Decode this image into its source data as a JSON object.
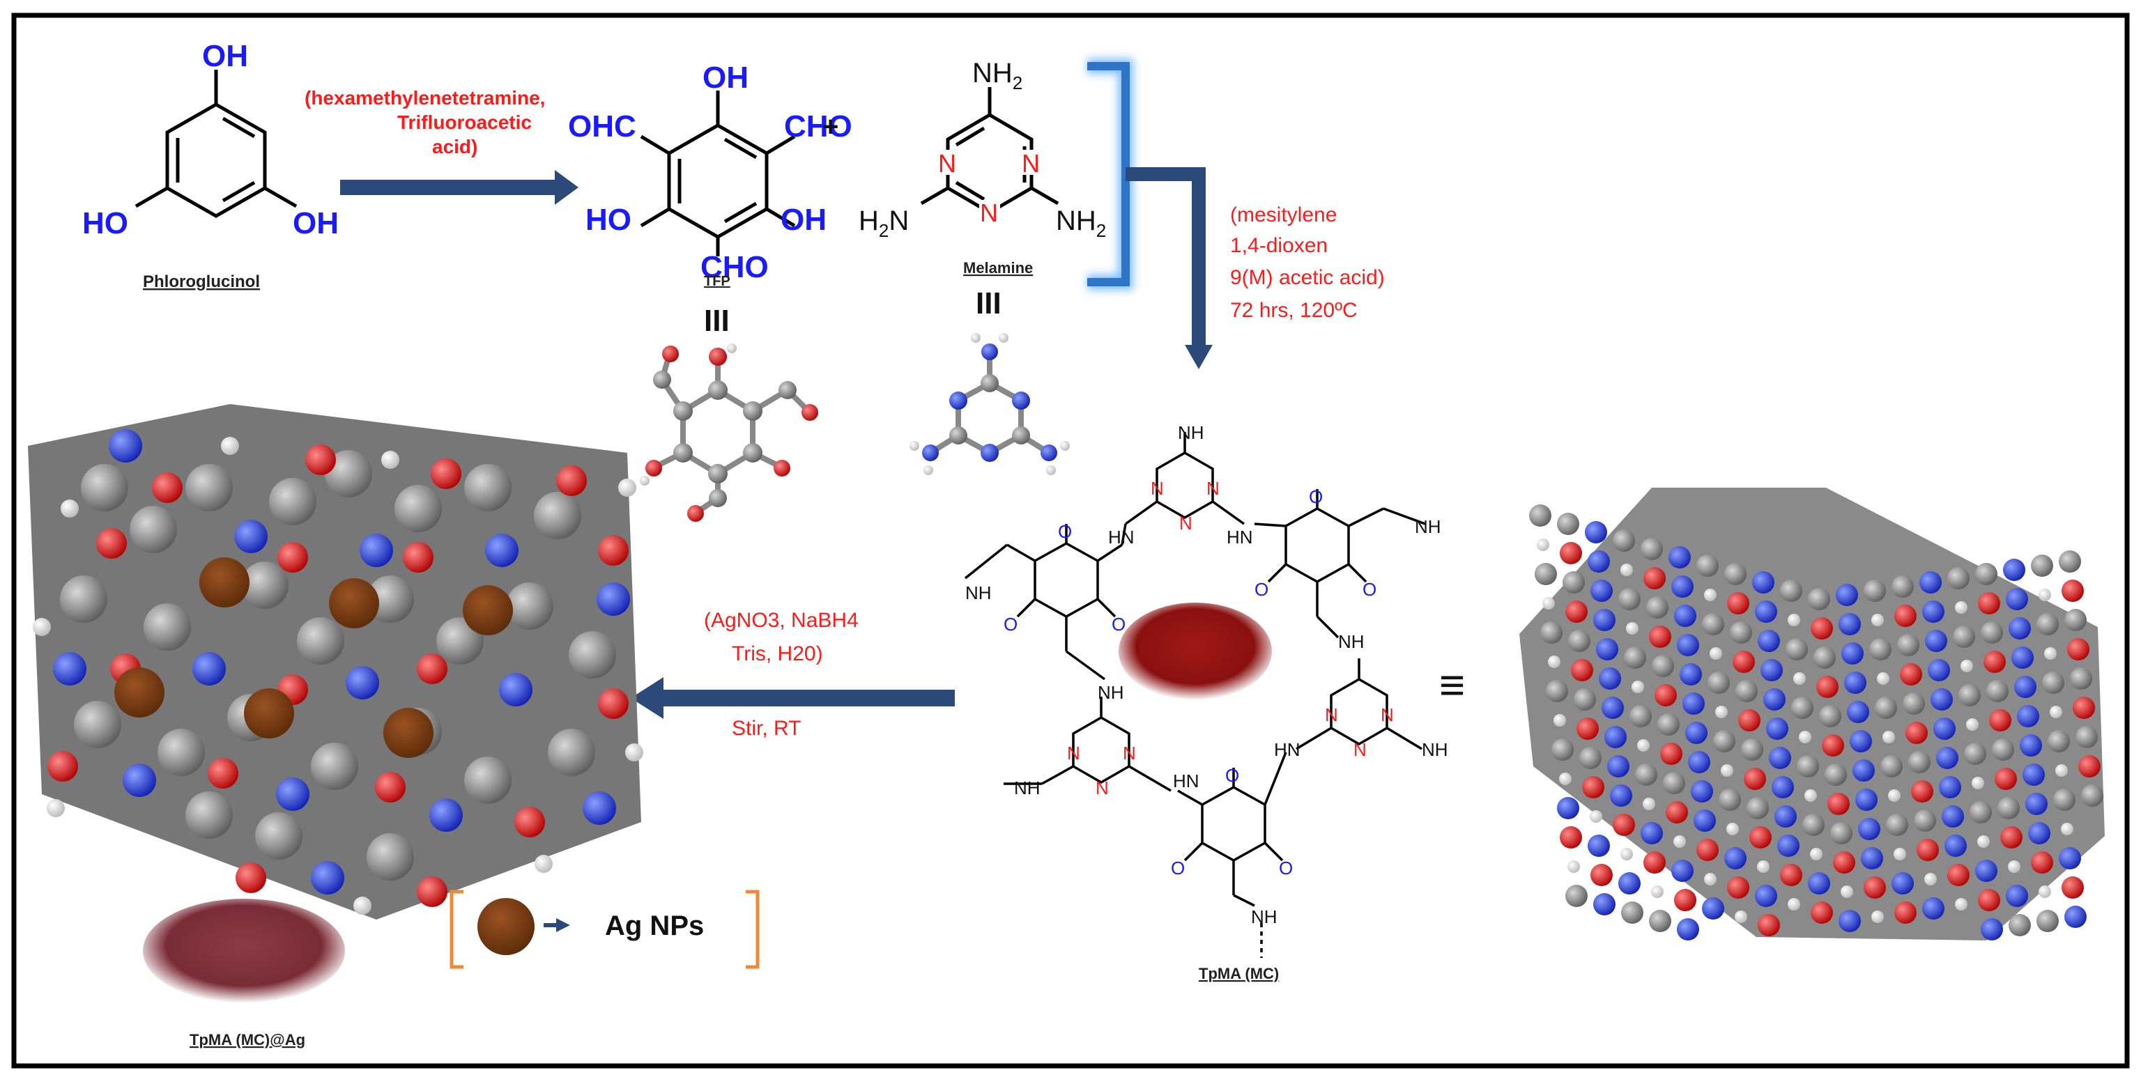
{
  "top": {
    "phloroglucinol": {
      "oh_top": "OH",
      "oh_left": "HO",
      "oh_right": "OH",
      "name": "Phloroglucinol"
    },
    "reagents1": {
      "line1": "(hexamethylenetetramine,",
      "line2": "Trifluoroacetic",
      "line3": "acid)"
    },
    "tfp": {
      "oh_top": "OH",
      "cho_left": "OHC",
      "cho_right": "CHO",
      "oh_left": "HO",
      "oh_right": "OH",
      "cho_bottom": "CHO",
      "name": "TFP",
      "equiv": "III"
    },
    "plus": "+",
    "melamine": {
      "nh2_top": "NH2",
      "nh2_left": "H2N",
      "nh2_right": "NH2",
      "n": "N",
      "name": "Melamine",
      "equiv": "III"
    },
    "conditions": {
      "line1": "(mesitylene",
      "line2": "1,4-dioxen",
      "line3": "9(M) acetic acid)",
      "line4": "72 hrs, 120ºC"
    }
  },
  "middle": {
    "reagents2": {
      "line1": "(AgNO3, NaBH4",
      "line2": "Tris, H20)",
      "line3": "Stir, RT"
    },
    "product": {
      "name": "TpMA (MC)",
      "nh": "NH",
      "hn": "HN",
      "o": "O",
      "n": "N"
    },
    "equiv_sign": "≡"
  },
  "bottom": {
    "composite": {
      "name": "TpMA (MC)@Ag"
    },
    "legend": {
      "label": "Ag NPs"
    }
  },
  "colors": {
    "arrow": "#2b4a7a",
    "red_text": "#ff1a1a",
    "blue_text": "#1a1aff",
    "ag_np": "#7a3a12",
    "bracket_blue": "#2e75c8",
    "bracket_orange": "#ef8a3a",
    "carbon": "#8c8c8c",
    "oxygen": "#e01010",
    "nitrogen": "#2040e0",
    "hydrogen": "#f0f0f0",
    "powder": "#9c1c1c"
  }
}
